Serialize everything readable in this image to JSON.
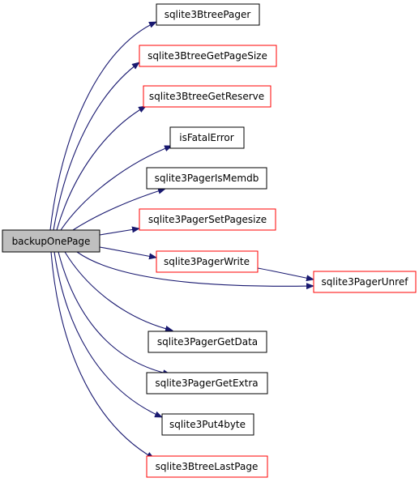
{
  "graph": {
    "root": {
      "id": "backupOnePage",
      "label": "backupOnePage"
    },
    "nodes": [
      {
        "id": "sqlite3BtreePager",
        "label": "sqlite3BtreePager",
        "style": "normal"
      },
      {
        "id": "sqlite3BtreeGetPageSize",
        "label": "sqlite3BtreeGetPageSize",
        "style": "red"
      },
      {
        "id": "sqlite3BtreeGetReserve",
        "label": "sqlite3BtreeGetReserve",
        "style": "red"
      },
      {
        "id": "isFatalError",
        "label": "isFatalError",
        "style": "normal"
      },
      {
        "id": "sqlite3PagerIsMemdb",
        "label": "sqlite3PagerIsMemdb",
        "style": "normal"
      },
      {
        "id": "sqlite3PagerSetPagesize",
        "label": "sqlite3PagerSetPagesize",
        "style": "red"
      },
      {
        "id": "sqlite3PagerWrite",
        "label": "sqlite3PagerWrite",
        "style": "red"
      },
      {
        "id": "sqlite3PagerUnref",
        "label": "sqlite3PagerUnref",
        "style": "red"
      },
      {
        "id": "sqlite3PagerGetData",
        "label": "sqlite3PagerGetData",
        "style": "normal"
      },
      {
        "id": "sqlite3PagerGetExtra",
        "label": "sqlite3PagerGetExtra",
        "style": "normal"
      },
      {
        "id": "sqlite3Put4byte",
        "label": "sqlite3Put4byte",
        "style": "normal"
      },
      {
        "id": "sqlite3BtreeLastPage",
        "label": "sqlite3BtreeLastPage",
        "style": "red"
      }
    ],
    "edges": [
      {
        "from": "backupOnePage",
        "to": "sqlite3BtreePager"
      },
      {
        "from": "backupOnePage",
        "to": "sqlite3BtreeGetPageSize"
      },
      {
        "from": "backupOnePage",
        "to": "sqlite3BtreeGetReserve"
      },
      {
        "from": "backupOnePage",
        "to": "isFatalError"
      },
      {
        "from": "backupOnePage",
        "to": "sqlite3PagerIsMemdb"
      },
      {
        "from": "backupOnePage",
        "to": "sqlite3PagerSetPagesize"
      },
      {
        "from": "backupOnePage",
        "to": "sqlite3PagerWrite"
      },
      {
        "from": "backupOnePage",
        "to": "sqlite3PagerUnref"
      },
      {
        "from": "sqlite3PagerWrite",
        "to": "sqlite3PagerUnref"
      },
      {
        "from": "backupOnePage",
        "to": "sqlite3PagerGetData"
      },
      {
        "from": "backupOnePage",
        "to": "sqlite3PagerGetExtra"
      },
      {
        "from": "backupOnePage",
        "to": "sqlite3Put4byte"
      },
      {
        "from": "backupOnePage",
        "to": "sqlite3BtreeLastPage"
      }
    ]
  },
  "colors": {
    "root_fill": "#bfbfbf",
    "root_border": "#000000",
    "node_border_normal": "#000000",
    "node_border_red": "#ff0000",
    "node_fill": "#ffffff",
    "edge": "#191970",
    "text": "#000000"
  }
}
